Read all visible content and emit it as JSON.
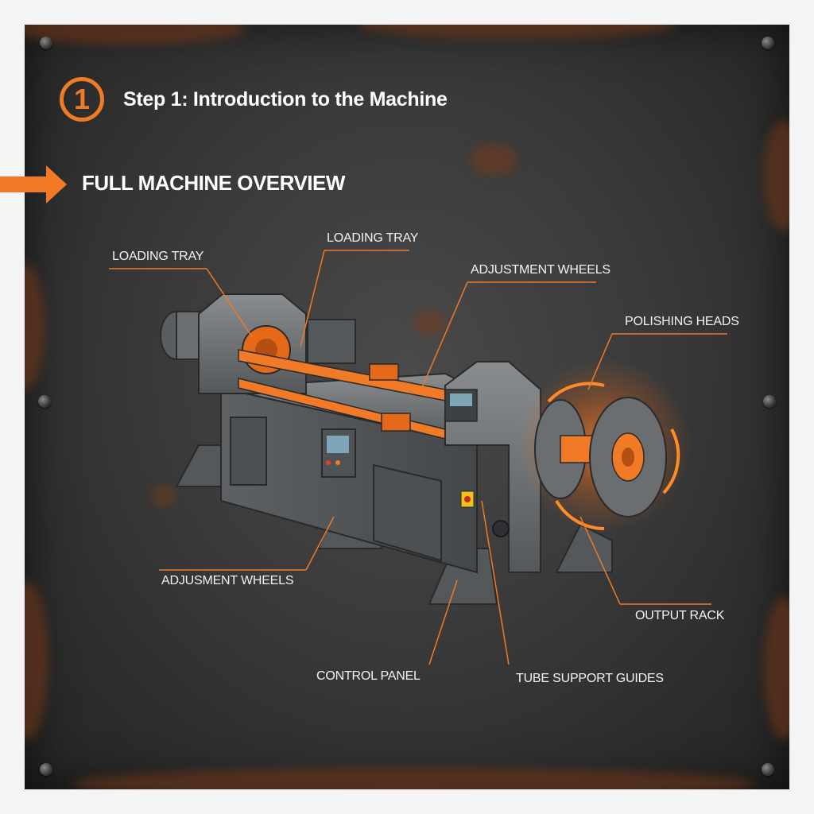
{
  "step": {
    "number": "1",
    "title": "Step 1: Introduction to the Machine"
  },
  "section": {
    "title": "FULL MACHINE OVERVIEW"
  },
  "callouts": {
    "loading_tray_left": "LOADING TRAY",
    "loading_tray_top": "LOADING TRAY",
    "adjustment_wheels_top": "ADJUSTMENT WHEELS",
    "polishing_heads": "POLISHING HEADS",
    "adjusment_wheels_bottom": "ADJUSMENT WHEELS",
    "output_rack": "OUTPUT RACK",
    "control_panel": "CONTROL PANEL",
    "tube_support_guides": "TUBE SUPPORT GUIDES"
  },
  "colors": {
    "accent": "#f07a25",
    "background": "#3a3a3a",
    "machine_body": "#6b6e70",
    "text": "#ffffff"
  }
}
